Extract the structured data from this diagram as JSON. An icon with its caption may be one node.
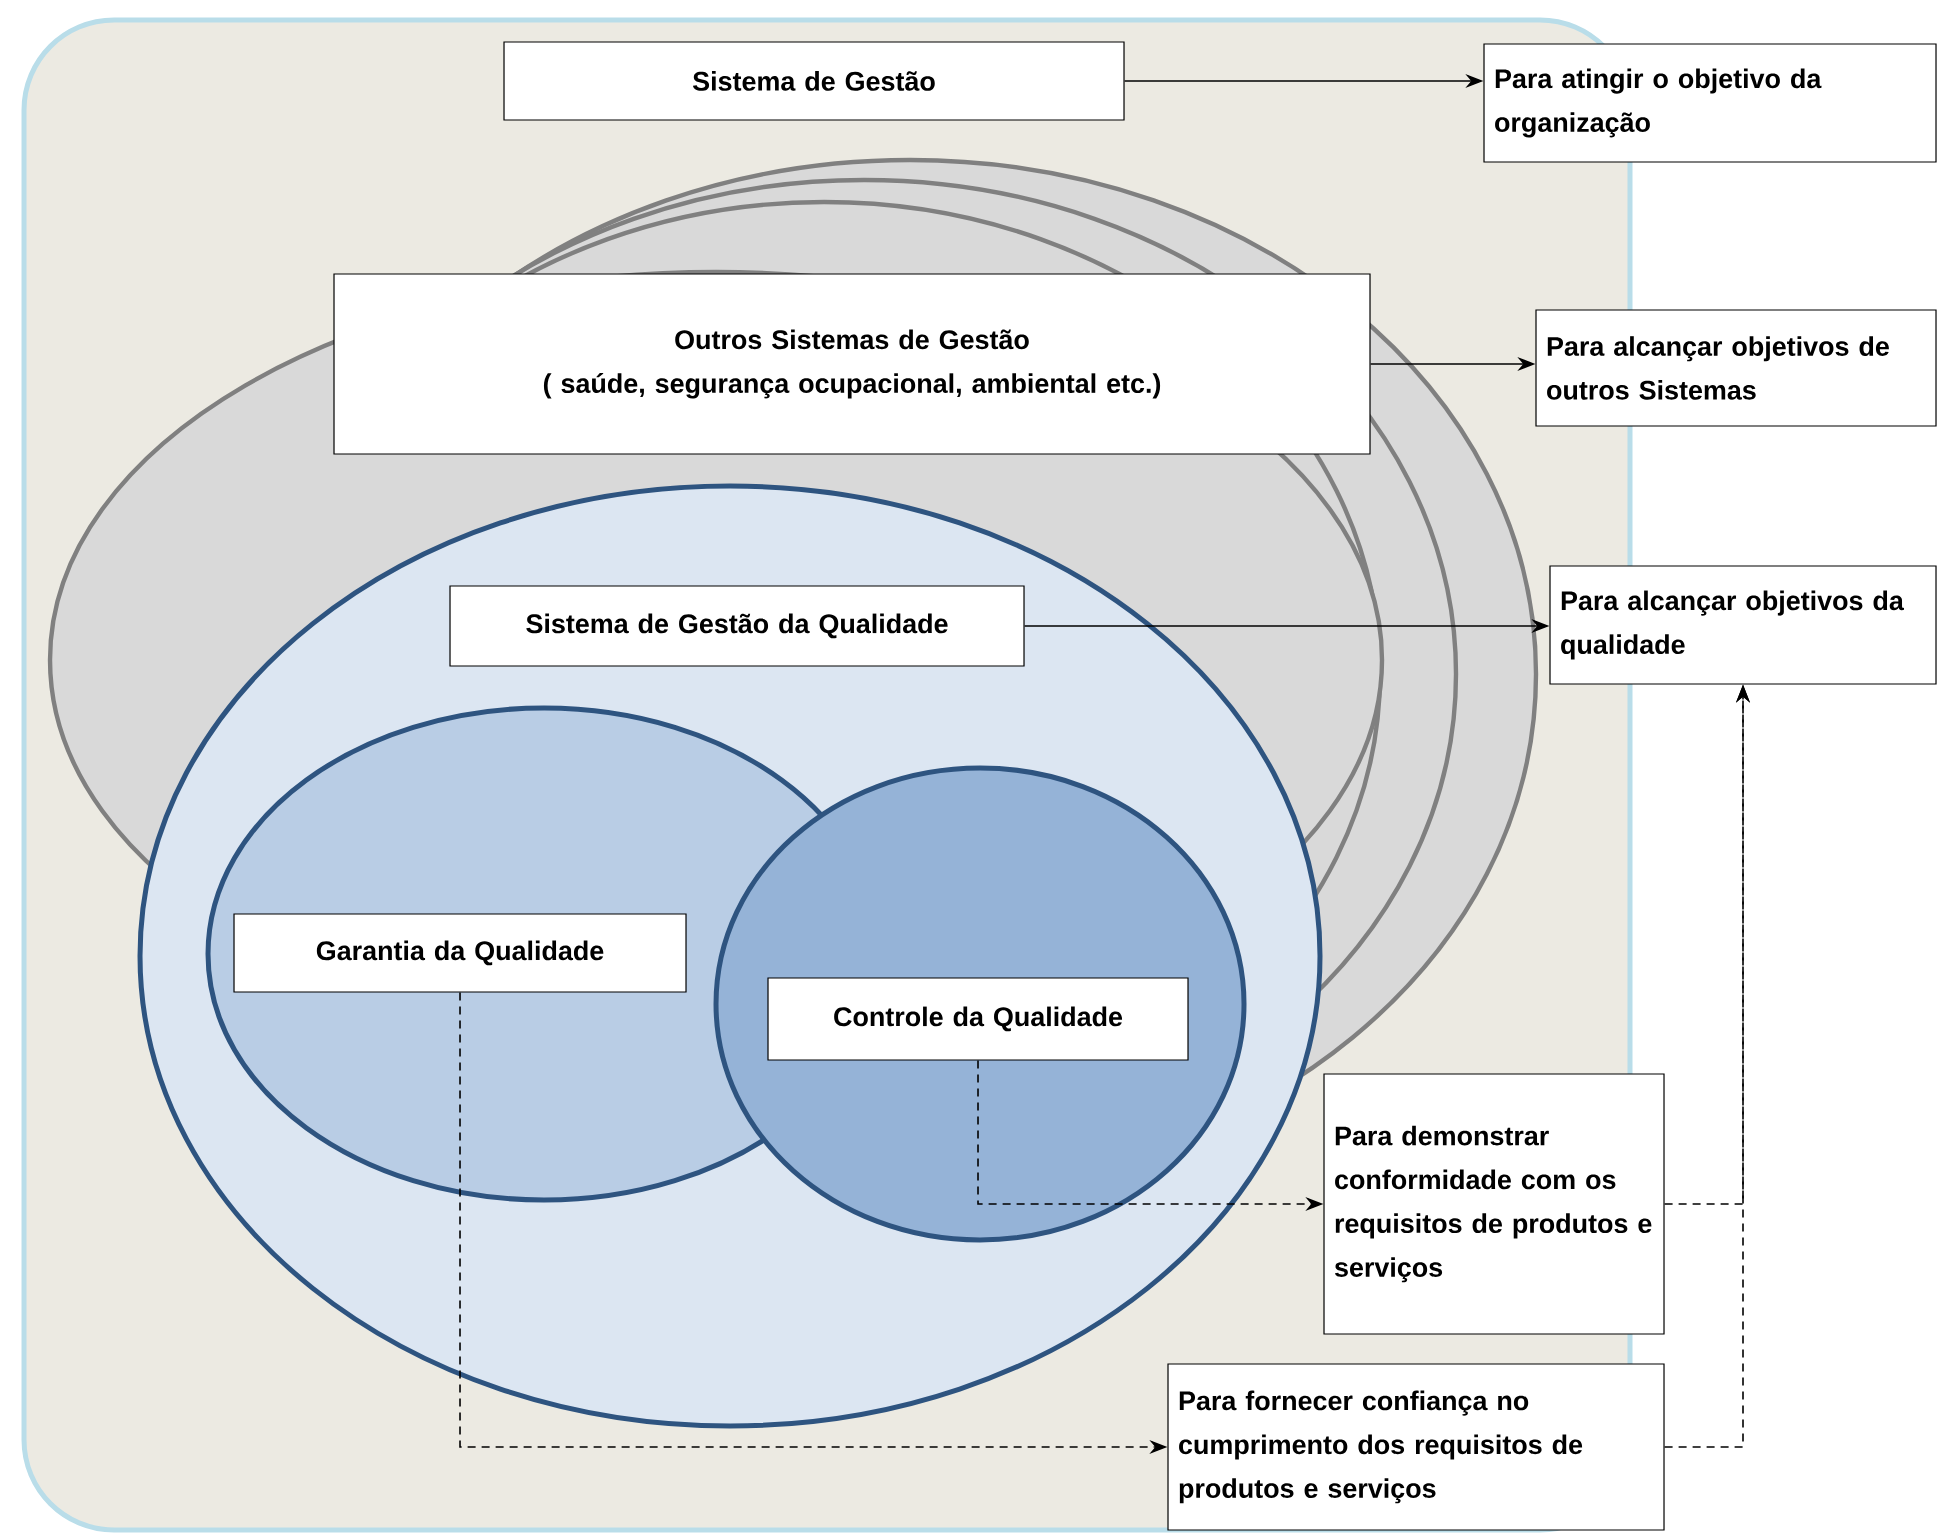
{
  "diagram": {
    "nodes": [
      {
        "text": [
          "Sistema de Gestão"
        ]
      },
      {
        "text": [
          "Para atingir o objetivo da organização"
        ]
      },
      {
        "text": [
          "Outros Sistemas de Gestão",
          "( saúde, segurança ocupacional, ambiental etc.)"
        ]
      },
      {
        "text": [
          "Para alcançar objetivos de outros Sistemas"
        ]
      },
      {
        "text": [
          "Sistema de Gestão da Qualidade"
        ]
      },
      {
        "text": [
          "Para alcançar objetivos da qualidade"
        ]
      },
      {
        "text": [
          "Garantia da Qualidade"
        ]
      },
      {
        "text": [
          "Controle da Qualidade"
        ]
      },
      {
        "text": [
          "Para demonstrar conformidade com os requisitos de produtos e serviços"
        ]
      },
      {
        "text": [
          "Para fornecer confiança no cumprimento dos requisitos de produtos e serviços"
        ]
      }
    ],
    "edges": [
      {
        "from": 0,
        "to": 1,
        "arrow": "to"
      },
      {
        "from": 2,
        "to": 3,
        "arrow": "to"
      },
      {
        "from": 4,
        "to": 5,
        "arrow": "to"
      },
      {
        "from": 7,
        "to": 8,
        "arrow": "to",
        "style": "dashed"
      },
      {
        "from": 6,
        "to": 9,
        "arrow": "to",
        "style": "dashed"
      },
      {
        "from": 8,
        "to": 5,
        "arrow": "to",
        "style": "dashed"
      },
      {
        "from": 9,
        "to": 5,
        "arrow": "to",
        "style": "dashed"
      }
    ]
  }
}
